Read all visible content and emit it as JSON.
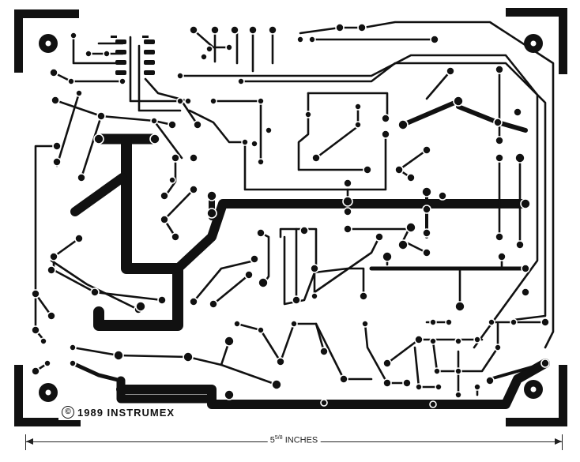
{
  "copyright": {
    "symbol": "©",
    "text": "1989 INSTRUMEX"
  },
  "dimension": {
    "whole": "5",
    "numerator": "5",
    "denominator": "8",
    "unit": "INCHES"
  },
  "colors": {
    "ink": "#111111",
    "paper": "#ffffff"
  }
}
